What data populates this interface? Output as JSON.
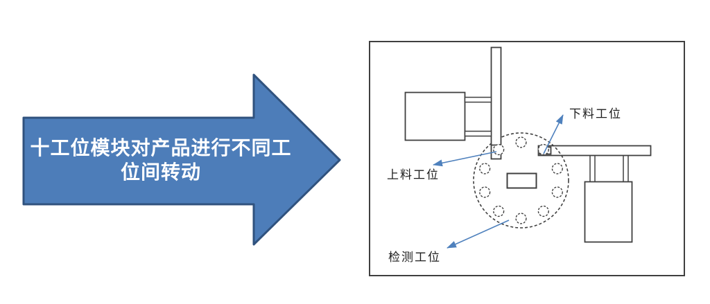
{
  "main_arrow": {
    "lines": [
      "十工位模块对产品进行不同工",
      "位间转动"
    ],
    "fill_color": "#4d7db9",
    "border_color": "#30527e",
    "text_color": "#ffffff"
  },
  "diagram": {
    "station_count": 10,
    "line_color": "#3f3f3f",
    "connector_color": "#4f81bd",
    "labels": {
      "unloading": "下料工位",
      "loading": "上料工位",
      "inspection": "检测工位"
    }
  }
}
